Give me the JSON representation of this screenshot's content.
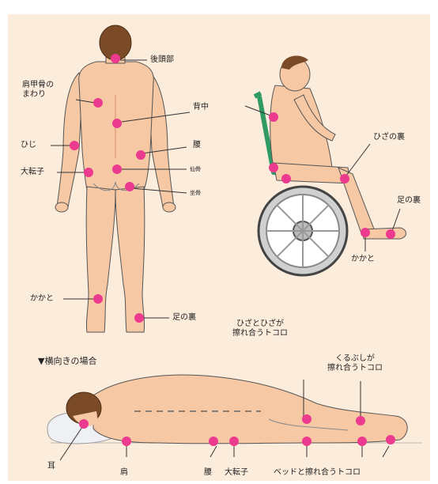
{
  "labels": {
    "occiput": "後頭部",
    "scapula_area": "肩甲骨の\nまわり",
    "back": "背中",
    "elbow": "ひじ",
    "waist": "腰",
    "greater_trochanter": "大転子",
    "sacrum": "仙骨",
    "ischium": "坐骨",
    "heel_standing": "かかと",
    "sole_standing": "足の裏",
    "knee_back": "ひざの裏",
    "sole_wheelchair": "足の裏",
    "heel_wheelchair": "かかと"
  },
  "side_lying": {
    "heading": "▼横向きの場合",
    "knees_rub": "ひざとひざが\n擦れ合うトコロ",
    "ankles_rub": "くるぶしが\n擦れ合うトコロ",
    "ear": "耳",
    "shoulder": "肩",
    "waist": "腰",
    "greater_trochanter": "大転子",
    "bed_rub": "ベッドと擦れ合うトコロ"
  },
  "colors": {
    "background": "#fcecdc",
    "skin": "#f6c8a4",
    "skin_shadow": "#e8ad86",
    "hair": "#7a4b26",
    "marker": "#ec3a8f",
    "wheelchair_frame": "#2f9a63",
    "wheel": "#cfd0d0",
    "pillow": "#eef0f4"
  }
}
